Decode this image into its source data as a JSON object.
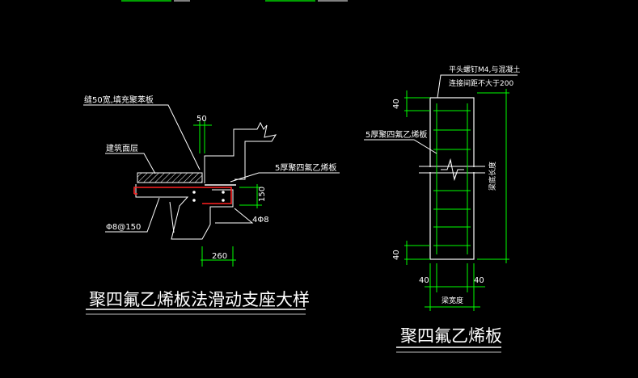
{
  "colors": {
    "background": "#000000",
    "line": "#ffffff",
    "dimension": "#00ff00",
    "rebar": "#ff2020",
    "stirrup": "#00ff00"
  },
  "left_detail": {
    "title": "聚四氟乙烯板法滑动支座大样",
    "labels": {
      "foam_board": "缝50宽,填充聚苯板",
      "finish_layer": "建筑面层",
      "ptfe_plate": "5厚聚四氟乙烯板",
      "stirrups": "Φ8@150",
      "bottom_bars": "4Φ8"
    },
    "dims": {
      "gap": "50",
      "height": "150",
      "width": "260"
    }
  },
  "right_detail": {
    "title": "聚四氟乙烯板",
    "labels": {
      "note_line1": "平头螺钉M4,与混凝土",
      "note_line2": "连接间距不大于200",
      "ptfe_plate": "5厚聚四氟乙烯板",
      "length": "梁底长度",
      "width": "梁宽度"
    },
    "dims": {
      "top_edge": "40",
      "bottom_edge": "40",
      "left_edge": "40",
      "right_edge": "40"
    }
  }
}
